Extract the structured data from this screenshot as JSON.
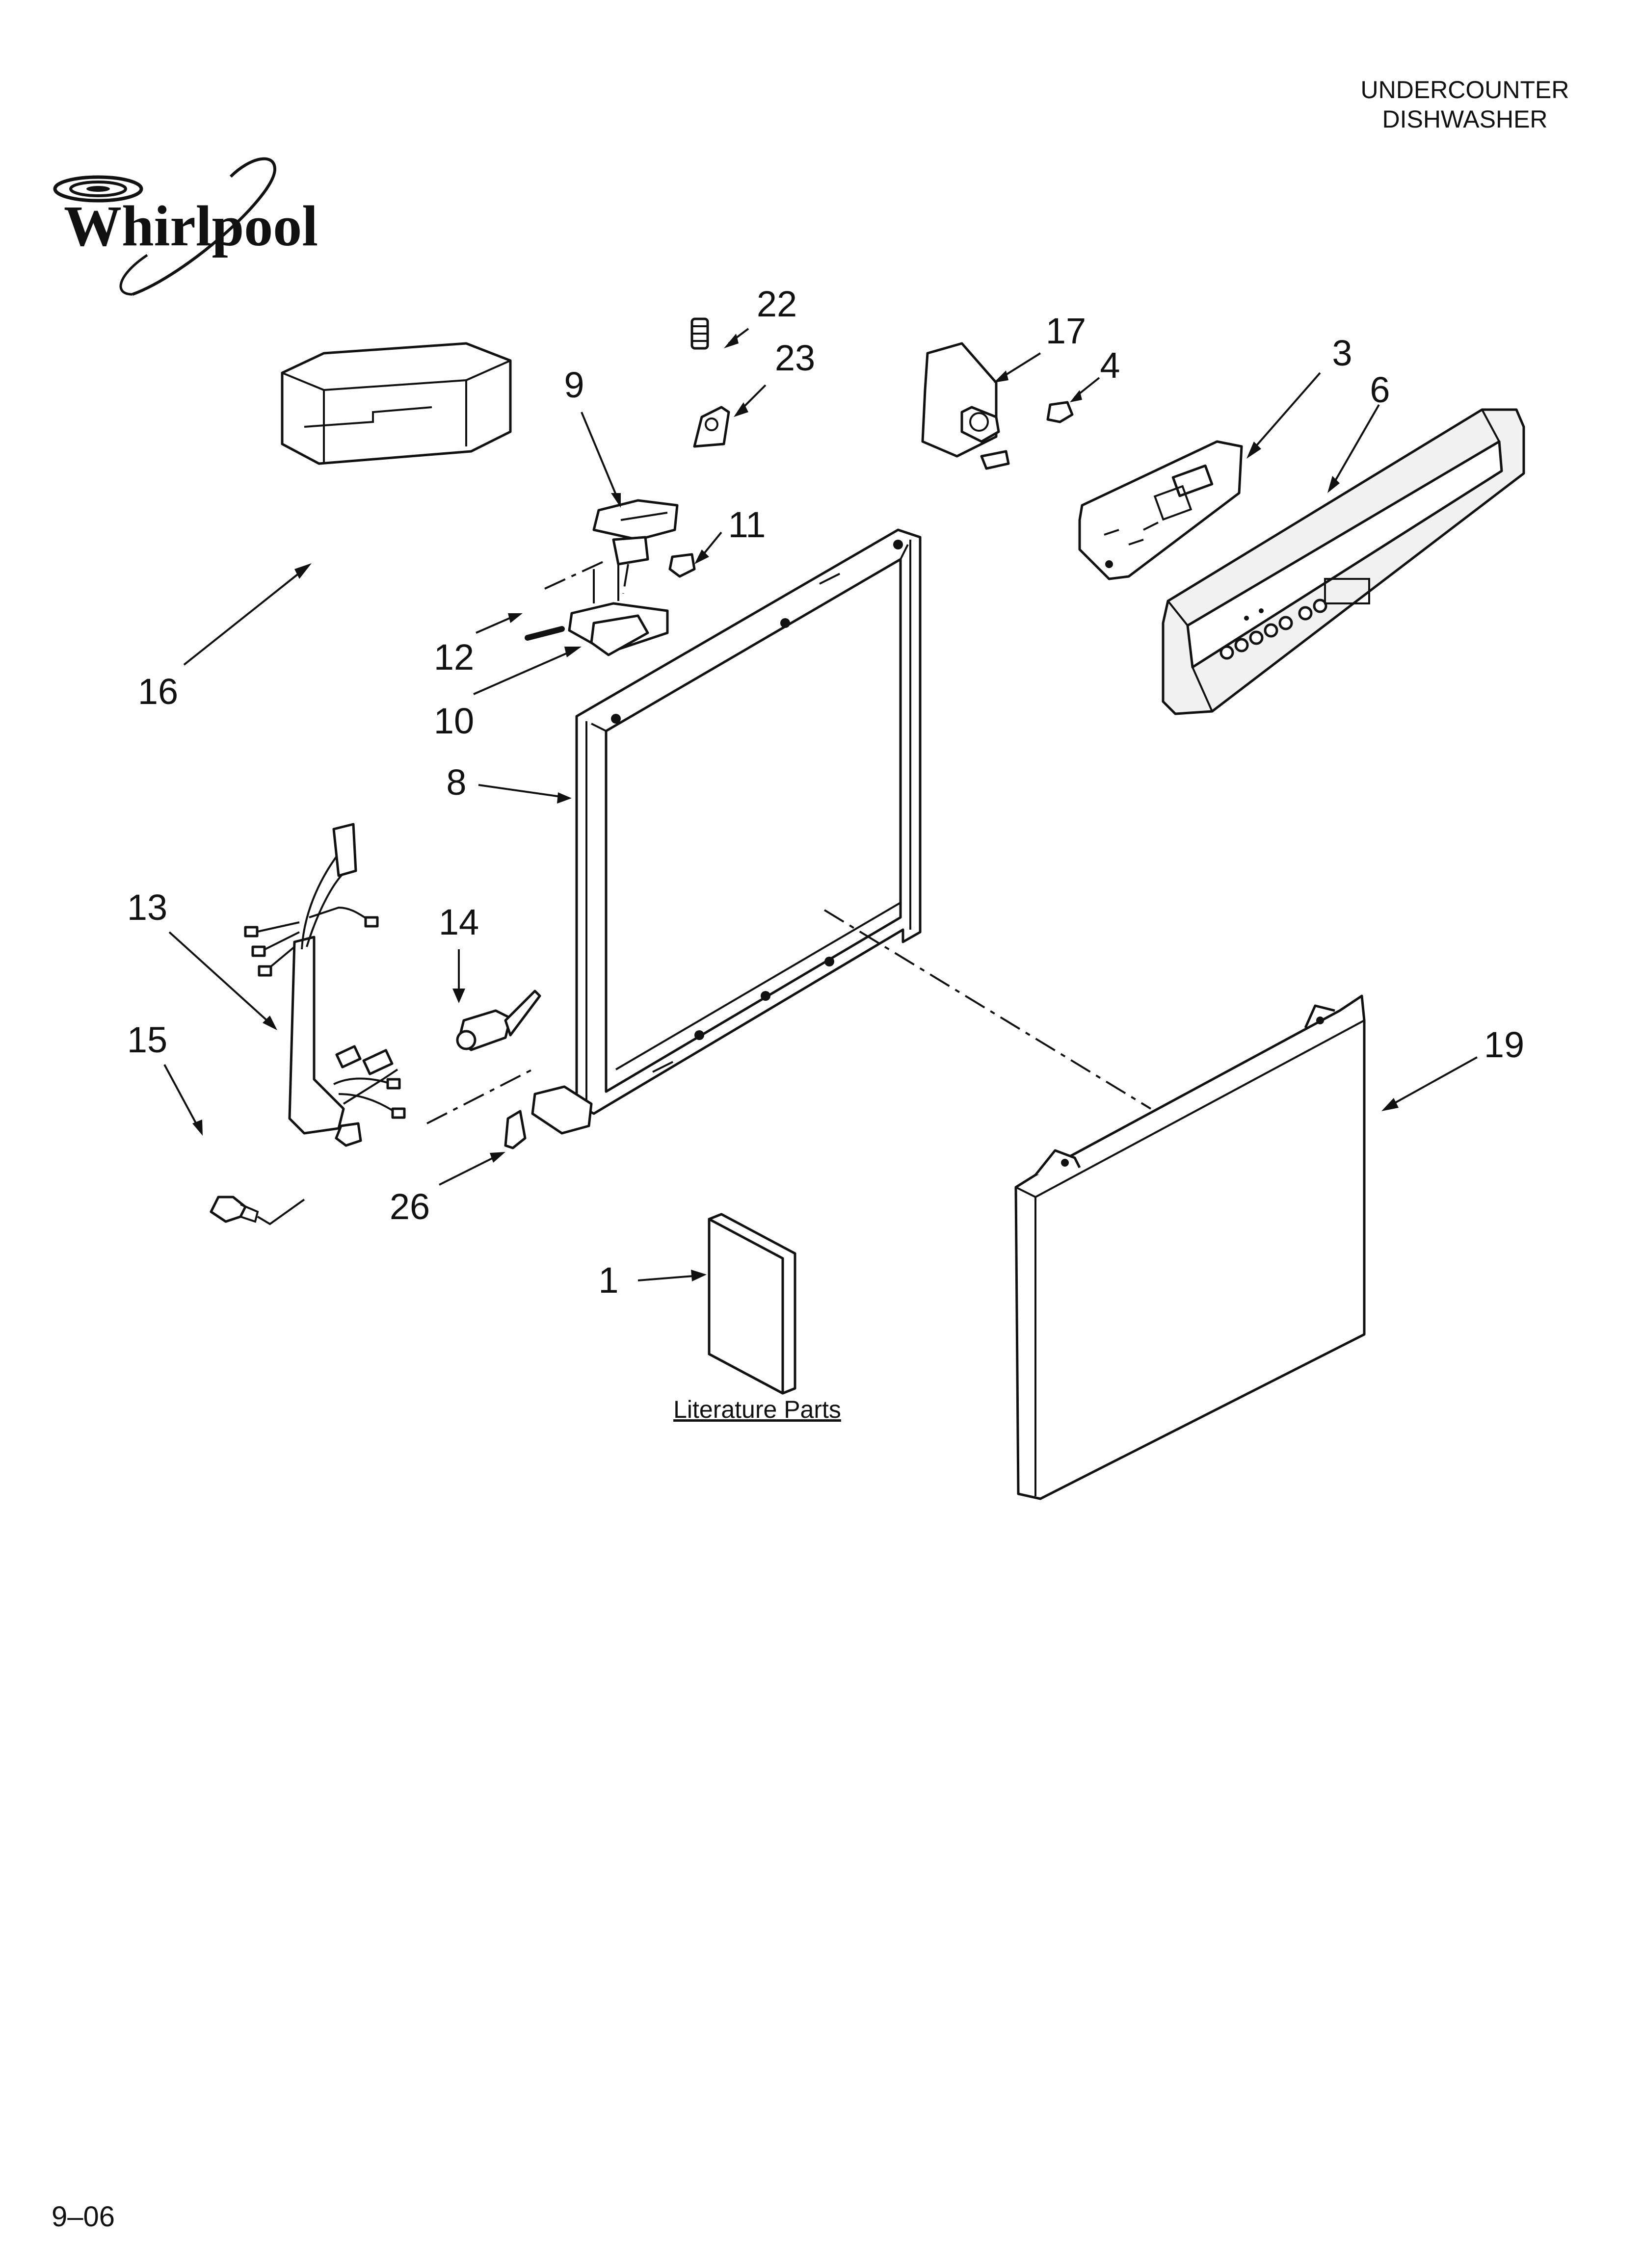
{
  "header": {
    "line1": "UNDERCOUNTER",
    "line2": "DISHWASHER"
  },
  "logo": {
    "brand": "Whirlpool"
  },
  "literature_label": "Literature Parts",
  "footer_code": "9–06",
  "callouts": [
    "22",
    "23",
    "9",
    "17",
    "4",
    "3",
    "6",
    "11",
    "16",
    "12",
    "10",
    "8",
    "13",
    "14",
    "15",
    "26",
    "19",
    "1"
  ]
}
